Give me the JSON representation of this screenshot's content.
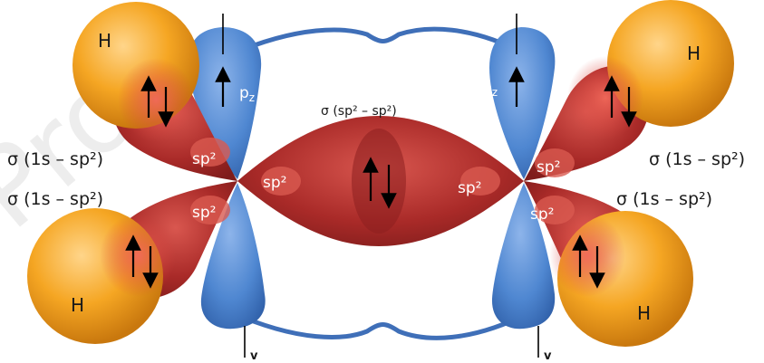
{
  "watermark": "Pro",
  "labels": {
    "hydrogen": "H",
    "sp2": "sp²",
    "pz_base": "p",
    "pz_sub": "z",
    "sigma_ch": "σ (1s – sp²)",
    "sigma_cc": "σ (sp² – sp²)",
    "v_mark": "v"
  },
  "colors": {
    "hydrogen": "#f5a623",
    "sp2_lobe": "#b5302e",
    "p_lobe": "#4f87d1",
    "pi_ring": "#3f6fb8"
  },
  "electron_pair": "up-down spin pair"
}
